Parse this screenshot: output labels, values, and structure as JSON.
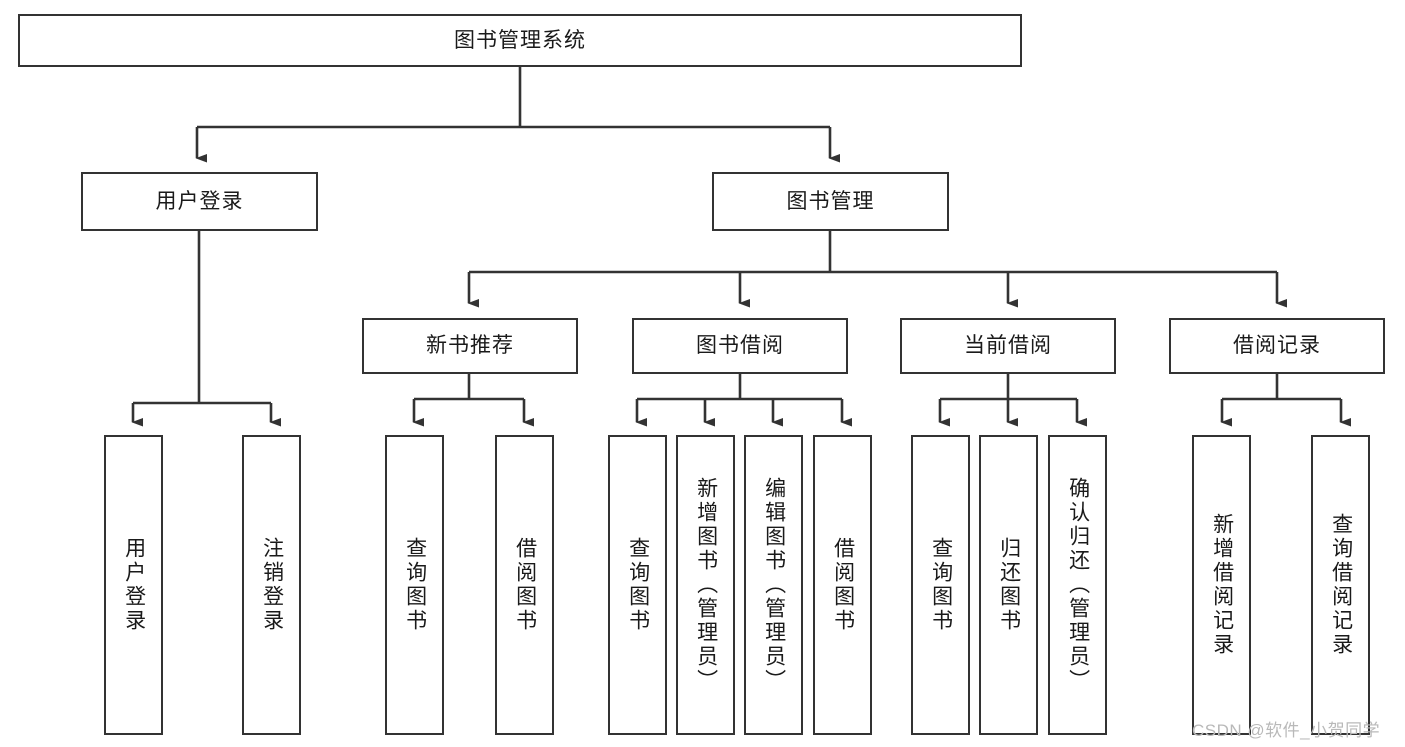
{
  "diagram": {
    "title": "图书管理系统",
    "type": "tree-hierarchy",
    "colors": {
      "border": "#333333",
      "background": "#ffffff",
      "text": "#1a1a1a",
      "watermark": "#b9b9b9"
    },
    "root": {
      "label": "图书管理系统"
    },
    "level1": [
      {
        "label": "用户登录"
      },
      {
        "label": "图书管理"
      }
    ],
    "level2": [
      {
        "label": "新书推荐"
      },
      {
        "label": "图书借阅"
      },
      {
        "label": "当前借阅"
      },
      {
        "label": "借阅记录"
      }
    ],
    "leaves": {
      "user_login": [
        {
          "label": "用户登录"
        },
        {
          "label": "注销登录"
        }
      ],
      "new_book": [
        {
          "label": "查询图书"
        },
        {
          "label": "借阅图书"
        }
      ],
      "borrow_book": [
        {
          "label": "查询图书"
        },
        {
          "label": "新增图书（管理员）"
        },
        {
          "label": "编辑图书（管理员）"
        },
        {
          "label": "借阅图书"
        }
      ],
      "current_borrow": [
        {
          "label": "查询图书"
        },
        {
          "label": "归还图书"
        },
        {
          "label": "确认归还（管理员）"
        }
      ],
      "borrow_record": [
        {
          "label": "新增借阅记录"
        },
        {
          "label": "查询借阅记录"
        }
      ]
    }
  },
  "watermark": {
    "text": "CSDN @软件_小贺同学"
  }
}
